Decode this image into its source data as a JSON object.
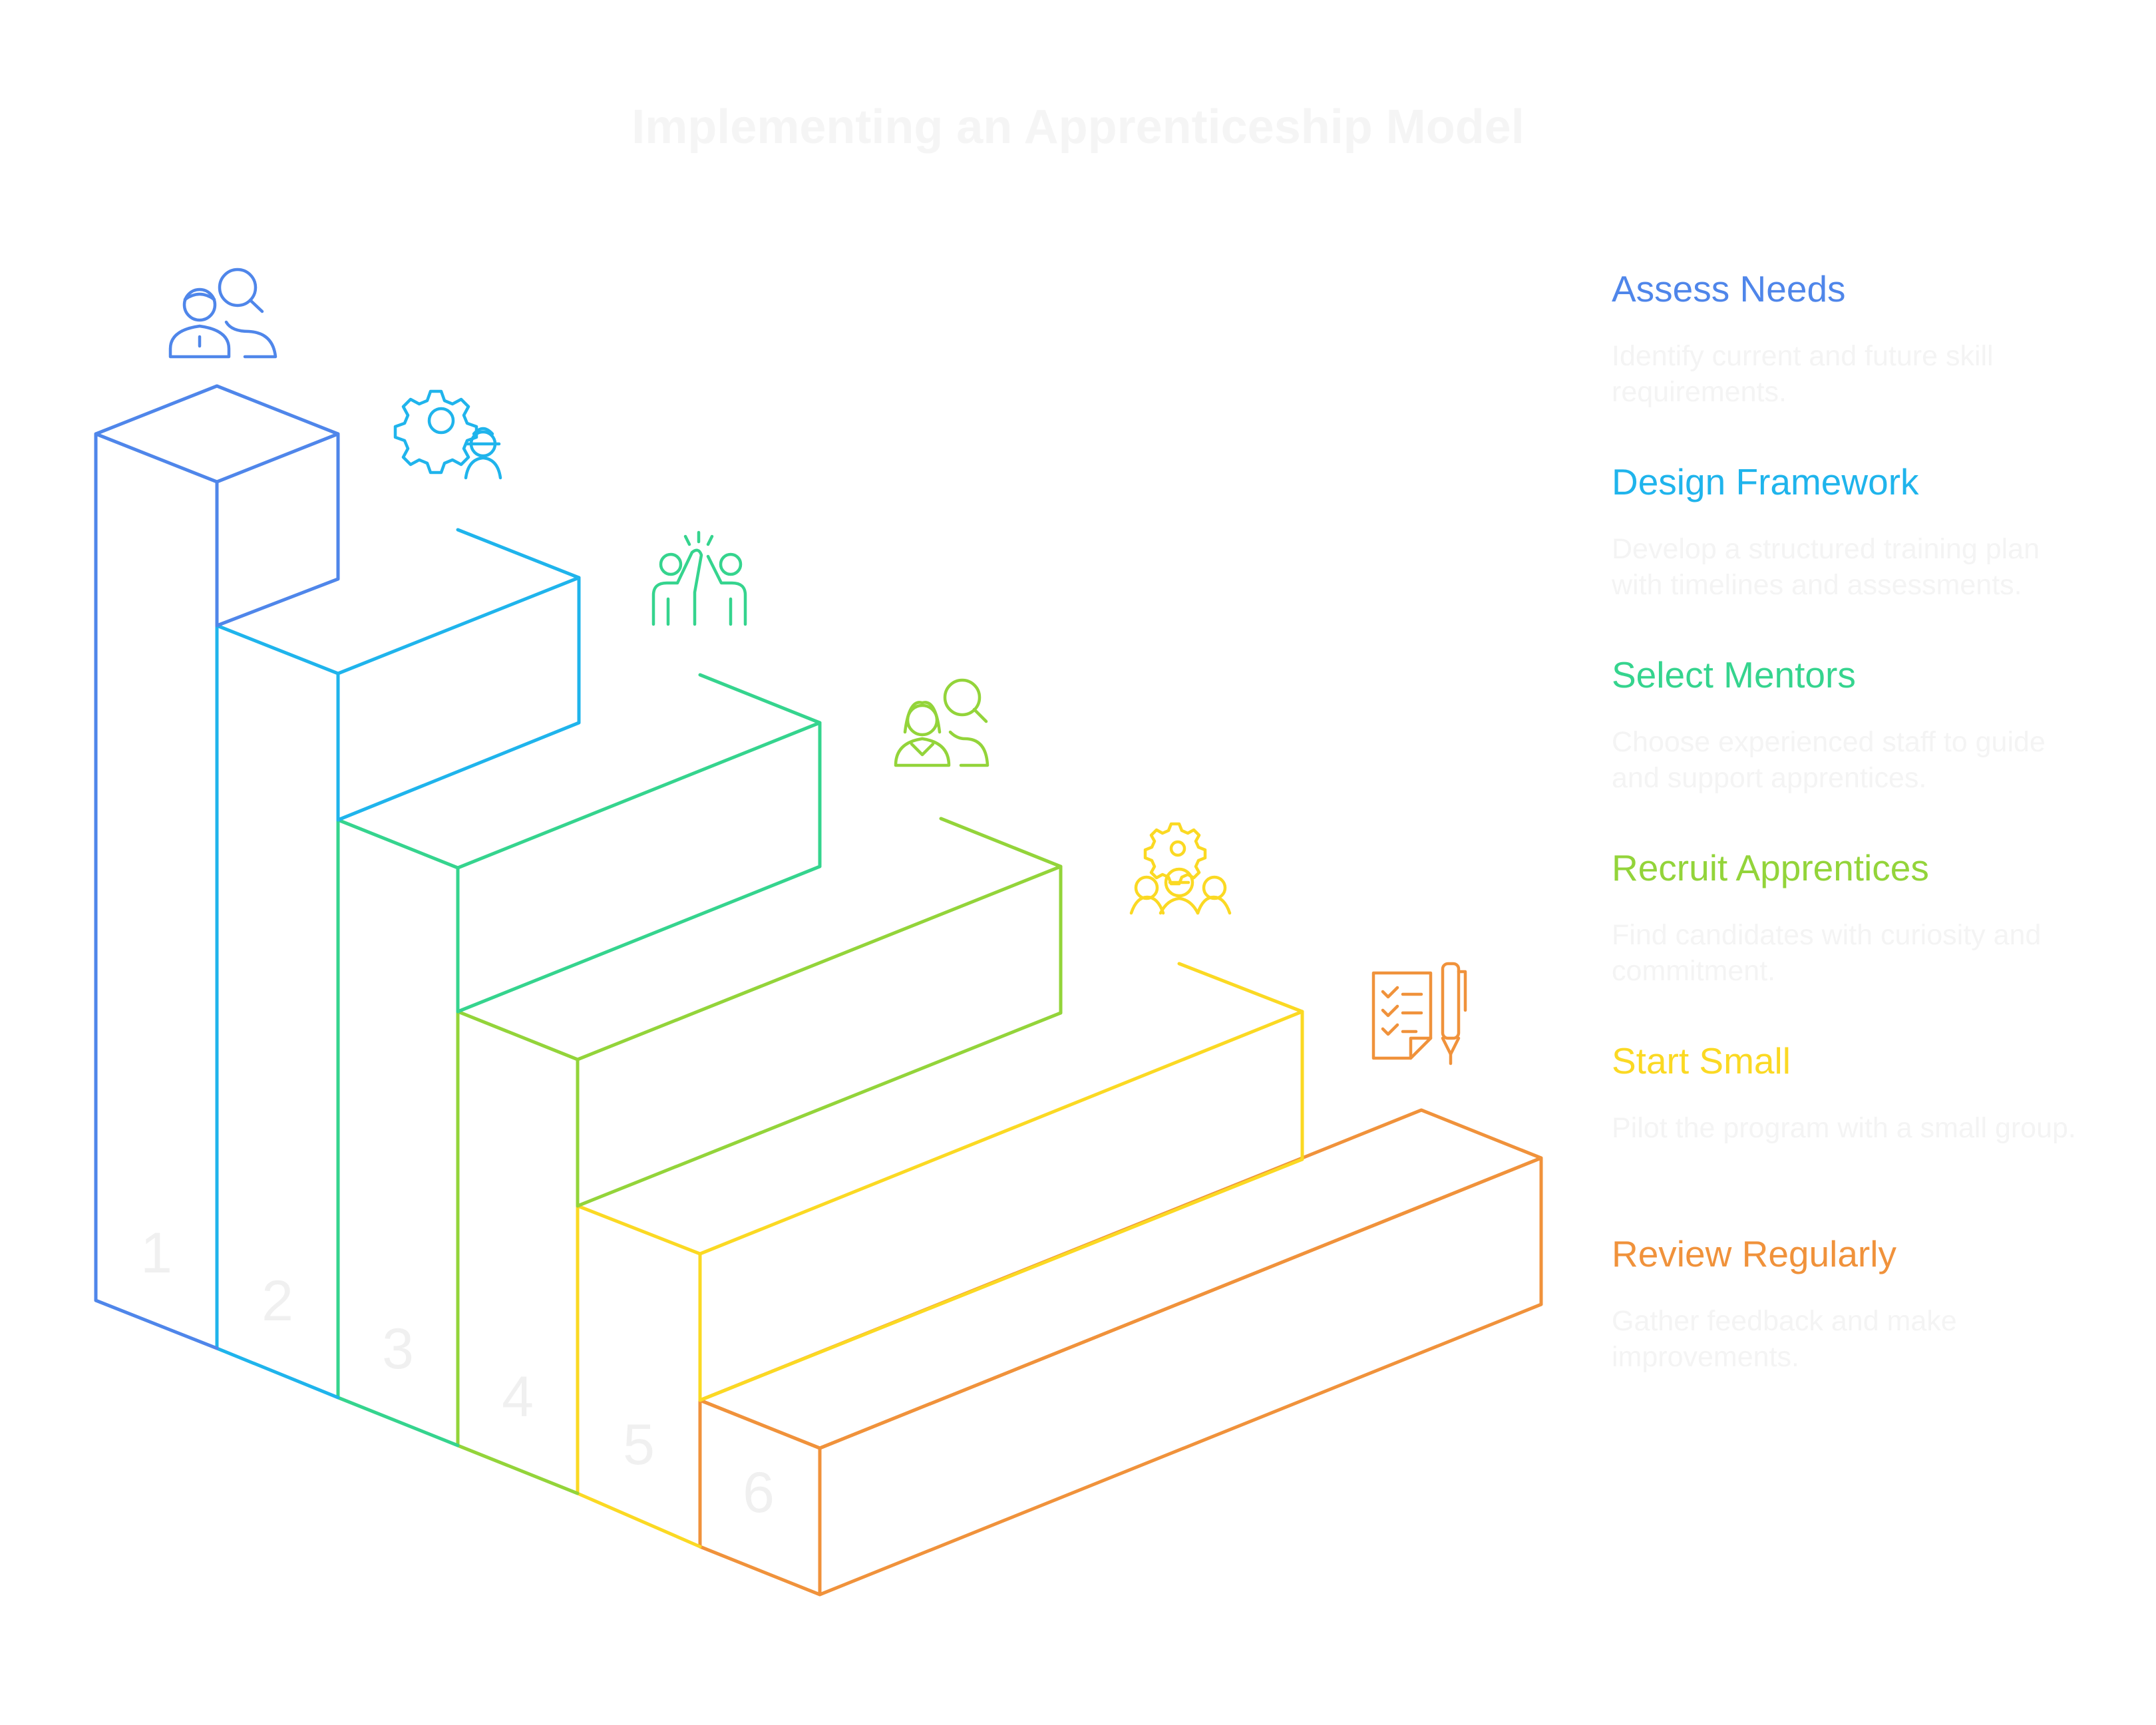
{
  "title": "Implementing an Apprenticeship Model",
  "steps": [
    {
      "number": "1",
      "label": "Assess Needs",
      "description": "Identify current and future skill requirements.",
      "color": "#4f86ea",
      "icon": "people-search-icon"
    },
    {
      "number": "2",
      "label": "Design Framework",
      "description": "Develop a structured training plan with timelines and assessments.",
      "color": "#1fb4ec",
      "icon": "gear-worker-icon"
    },
    {
      "number": "3",
      "label": "Select Mentors",
      "description": "Choose experienced staff to guide and support apprentices.",
      "color": "#35d48e",
      "icon": "high-five-icon"
    },
    {
      "number": "4",
      "label": "Recruit Apprentices",
      "description": "Find candidates with curiosity and commitment.",
      "color": "#93d43a",
      "icon": "recruit-search-icon"
    },
    {
      "number": "5",
      "label": "Start Small",
      "description": "Pilot the program with a small group.",
      "color": "#fbd923",
      "icon": "team-gear-icon"
    },
    {
      "number": "6",
      "label": "Review Regularly",
      "description": "Gather feedback and make improvements.",
      "color": "#f0923b",
      "icon": "checklist-pen-icon"
    }
  ]
}
